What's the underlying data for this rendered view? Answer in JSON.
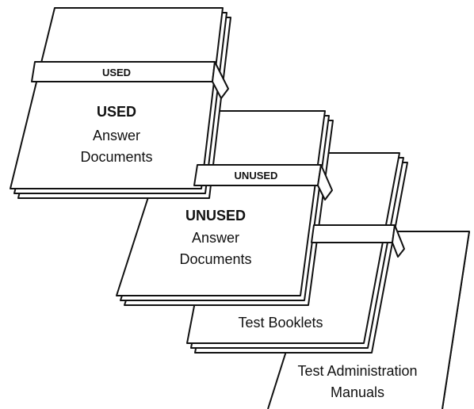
{
  "stacks": {
    "used": {
      "band_label": "USED",
      "title": "USED",
      "line1": "Answer",
      "line2": "Documents"
    },
    "unused": {
      "band_label": "UNUSED",
      "title": "UNUSED",
      "line1": "Answer",
      "line2": "Documents"
    },
    "booklets": {
      "label": "Test Booklets"
    },
    "manuals": {
      "line1": "Test Administration",
      "line2": "Manuals"
    }
  },
  "colors": {
    "stroke": "#111111",
    "paper": "#ffffff"
  },
  "icon_names": [
    "strap-icon",
    "document-stack-icon"
  ]
}
